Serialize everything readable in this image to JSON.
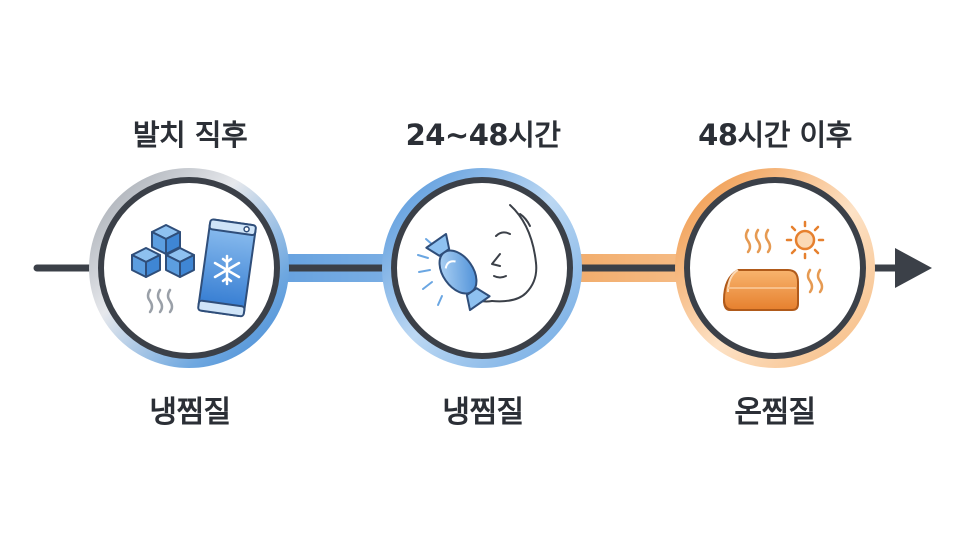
{
  "stages": [
    {
      "time_label": "발치 직후",
      "method_label": "냉찜질",
      "icon": "ice-cubes-and-ice-pack-icon"
    },
    {
      "time_label": "24~48시간",
      "method_label": "냉찜질",
      "icon": "cold-pack-on-cheek-icon"
    },
    {
      "time_label": "48시간 이후",
      "method_label": "온찜질",
      "icon": "warm-towel-and-sun-icon"
    }
  ],
  "colors": {
    "line": "#3b4048",
    "cold_blue": "#4a90d9",
    "light_blue": "#a9cdf0",
    "warm_orange": "#f0a055",
    "light_orange": "#fbd9b5",
    "silver": "#b8bcc2"
  }
}
